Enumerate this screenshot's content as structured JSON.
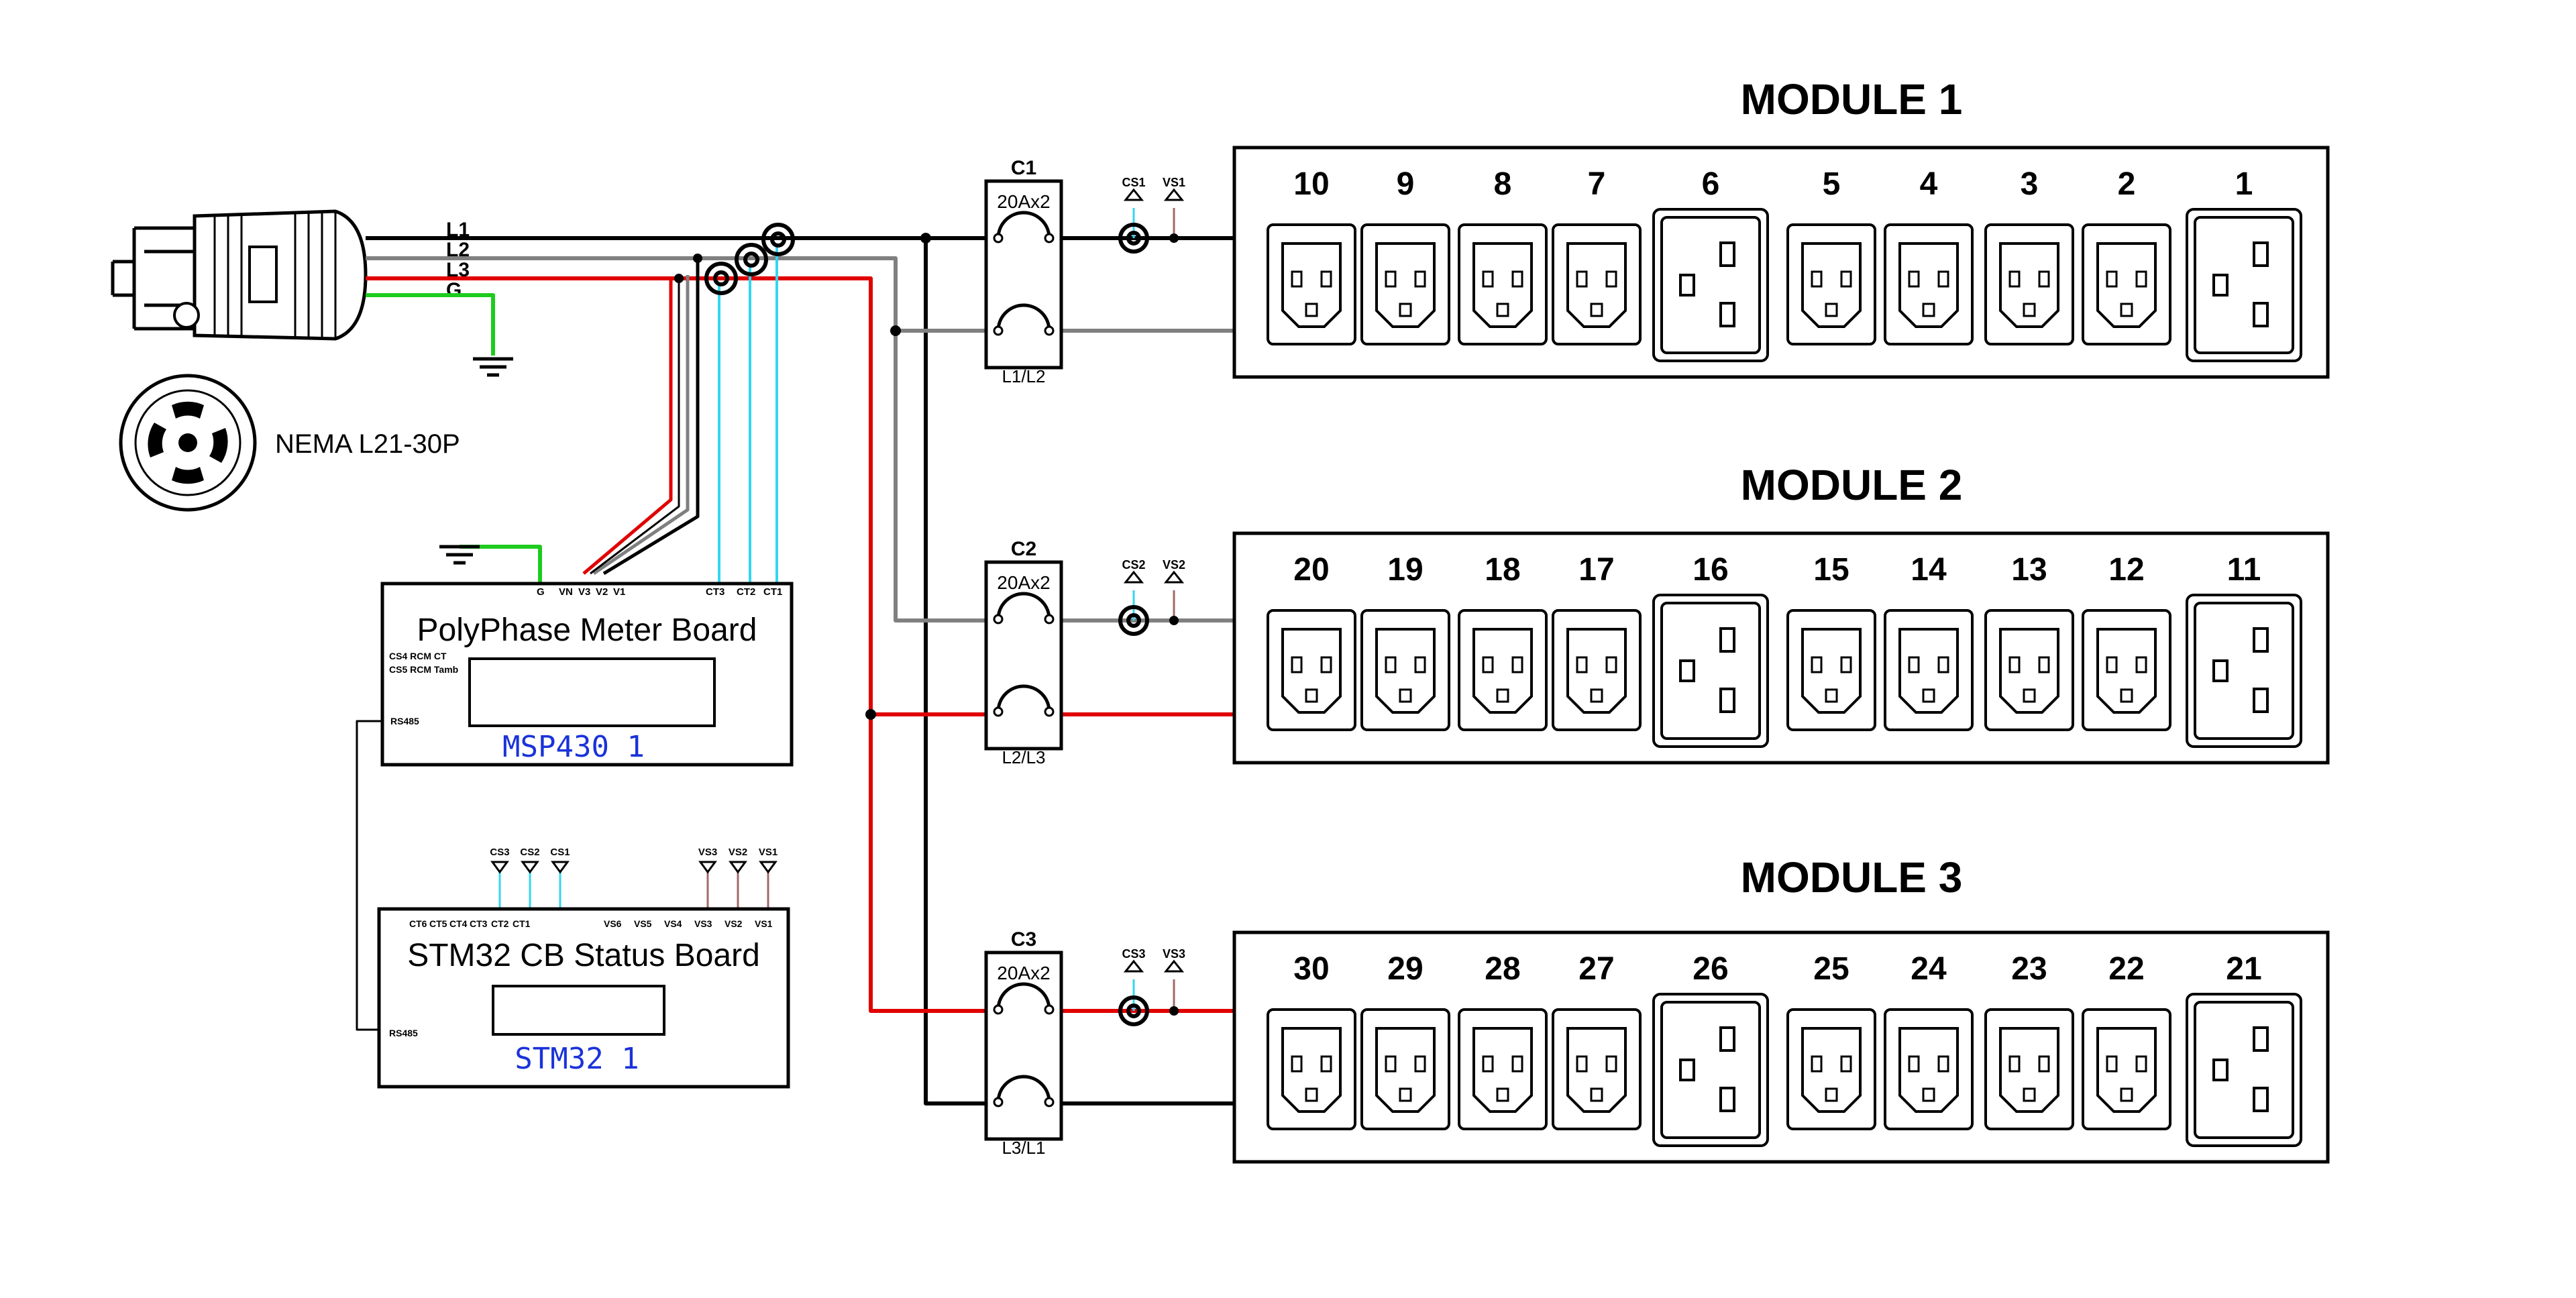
{
  "colors": {
    "l1": "#000000",
    "l2": "#808080",
    "l3": "#e00000",
    "ground": "#1ecb1e",
    "ct": "#33d6f0",
    "vs": "#a06a6a",
    "label_blue": "#1a33d9"
  },
  "plug": {
    "label": "NEMA L21-30P",
    "wires": [
      "L1",
      "L2",
      "L3",
      "G"
    ]
  },
  "meter_board": {
    "title": "PolyPhase Meter Board",
    "chip": "MSP430 1",
    "inputs": [
      "G",
      "VN",
      "V3",
      "V2",
      "V1",
      "CT3",
      "CT2",
      "CT1"
    ],
    "side_labels": [
      "CS4 RCM CT",
      "CS5 RCM Tamb",
      "RS485"
    ]
  },
  "status_board": {
    "title": "STM32 CB Status Board",
    "chip": "STM32  1",
    "ct_pins": [
      "CT6",
      "CT5",
      "CT4",
      "CT3",
      "CT2",
      "CT1"
    ],
    "vs_pins": [
      "VS6",
      "VS5",
      "VS4",
      "VS3",
      "VS2",
      "VS1"
    ],
    "cs_taps": [
      "CS3",
      "CS2",
      "CS1"
    ],
    "vs_taps": [
      "VS3",
      "VS2",
      "VS1"
    ],
    "side_label": "RS485"
  },
  "breakers": [
    {
      "name": "C1",
      "rating": "20Ax2",
      "phases": "L1/L2",
      "cs": "CS1",
      "vs": "VS1"
    },
    {
      "name": "C2",
      "rating": "20Ax2",
      "phases": "L2/L3",
      "cs": "CS2",
      "vs": "VS2"
    },
    {
      "name": "C3",
      "rating": "20Ax2",
      "phases": "L3/L1",
      "cs": "CS3",
      "vs": "VS3"
    }
  ],
  "modules": [
    {
      "title": "MODULE 1",
      "outlets": [
        "10",
        "9",
        "8",
        "7",
        "6",
        "5",
        "4",
        "3",
        "2",
        "1"
      ]
    },
    {
      "title": "MODULE 2",
      "outlets": [
        "20",
        "19",
        "18",
        "17",
        "16",
        "15",
        "14",
        "13",
        "12",
        "11"
      ]
    },
    {
      "title": "MODULE 3",
      "outlets": [
        "30",
        "29",
        "28",
        "27",
        "26",
        "25",
        "24",
        "23",
        "22",
        "21"
      ]
    }
  ]
}
